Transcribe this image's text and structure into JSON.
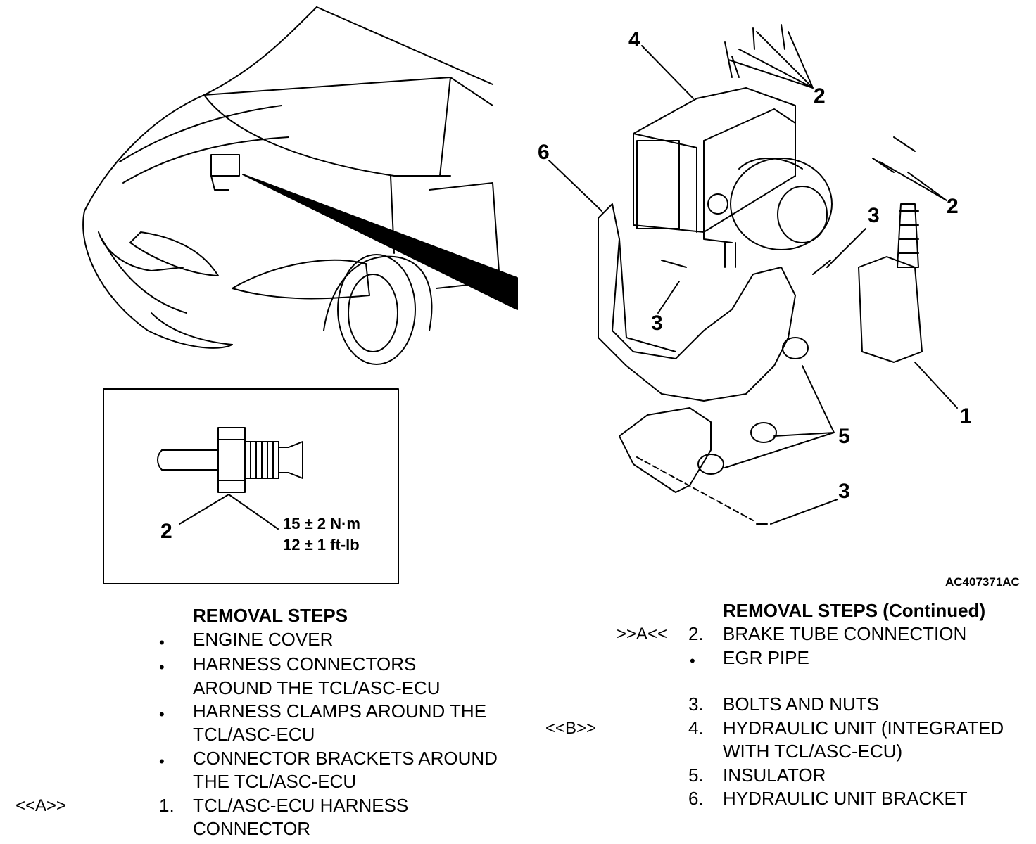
{
  "figure": {
    "callouts": [
      "1",
      "2",
      "3",
      "4",
      "5",
      "6"
    ],
    "inset": {
      "part_number": "2",
      "torque_metric": "15 ± 2 N·m",
      "torque_imperial": "12 ± 1 ft-lb"
    },
    "figure_id": "AC407371AC"
  },
  "left_column": {
    "heading": "REMOVAL STEPS",
    "steps": [
      {
        "marker": "•",
        "ref": "",
        "lines": [
          "ENGINE COVER"
        ]
      },
      {
        "marker": "•",
        "ref": "",
        "lines": [
          "HARNESS CONNECTORS",
          "AROUND THE TCL/ASC-ECU"
        ]
      },
      {
        "marker": "•",
        "ref": "",
        "lines": [
          "HARNESS CLAMPS AROUND THE",
          "TCL/ASC-ECU"
        ]
      },
      {
        "marker": "•",
        "ref": "",
        "lines": [
          "CONNECTOR BRACKETS AROUND",
          "THE TCL/ASC-ECU"
        ]
      },
      {
        "marker": "1.",
        "ref": "<<A>>",
        "lines": [
          "TCL/ASC-ECU HARNESS",
          "CONNECTOR"
        ]
      }
    ]
  },
  "right_column": {
    "heading": "REMOVAL STEPS (Continued)",
    "steps": [
      {
        "marker": "2.",
        "ref": ">>A<<",
        "lines": [
          "BRAKE TUBE CONNECTION"
        ]
      },
      {
        "marker": "•",
        "ref": "",
        "lines": [
          "EGR PIPE"
        ]
      },
      {
        "marker": "3.",
        "ref": "",
        "lines": [
          "BOLTS AND NUTS"
        ]
      },
      {
        "marker": "4.",
        "ref": "<<B>>",
        "lines": [
          "HYDRAULIC UNIT (INTEGRATED",
          "WITH TCL/ASC-ECU)"
        ]
      },
      {
        "marker": "5.",
        "ref": "",
        "lines": [
          "INSULATOR"
        ]
      },
      {
        "marker": "6.",
        "ref": "",
        "lines": [
          "HYDRAULIC UNIT BRACKET"
        ]
      }
    ]
  }
}
